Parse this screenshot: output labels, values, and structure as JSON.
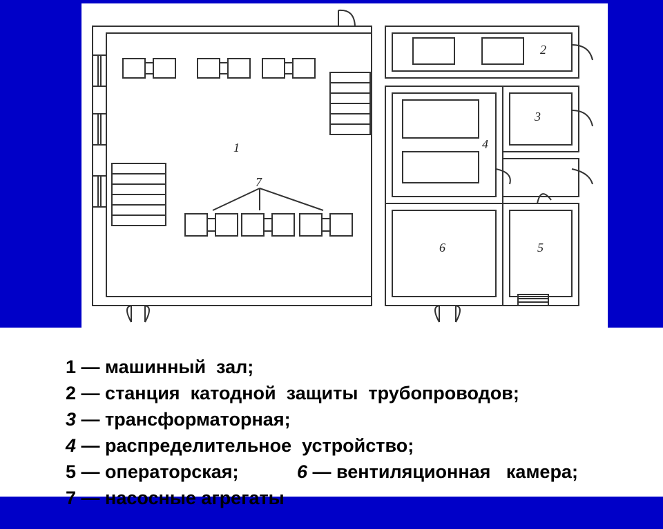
{
  "plan": {
    "room_labels": [
      {
        "id": "1",
        "text": "1"
      },
      {
        "id": "2",
        "text": "2"
      },
      {
        "id": "3",
        "text": "3"
      },
      {
        "id": "4",
        "text": "4"
      },
      {
        "id": "5",
        "text": "5"
      },
      {
        "id": "6",
        "text": "6"
      },
      {
        "id": "7",
        "text": "7"
      }
    ]
  },
  "legend": {
    "line1": {
      "num": "1",
      "text": " — машинный  зал;"
    },
    "line2": {
      "num": "2",
      "text": " — станция  катодной  защиты  трубопроводов;"
    },
    "line3": {
      "num": "3",
      "text": " — трансформаторная;"
    },
    "line4": {
      "num": "4",
      "text": " — распределительное  устройство;"
    },
    "line5a": {
      "num": "5",
      "text": " — операторская;"
    },
    "line5b": {
      "num": "6",
      "text": " — вентиляционная   камера;"
    },
    "line6": {
      "num": "7",
      "text": " — насосные агрегаты"
    }
  }
}
